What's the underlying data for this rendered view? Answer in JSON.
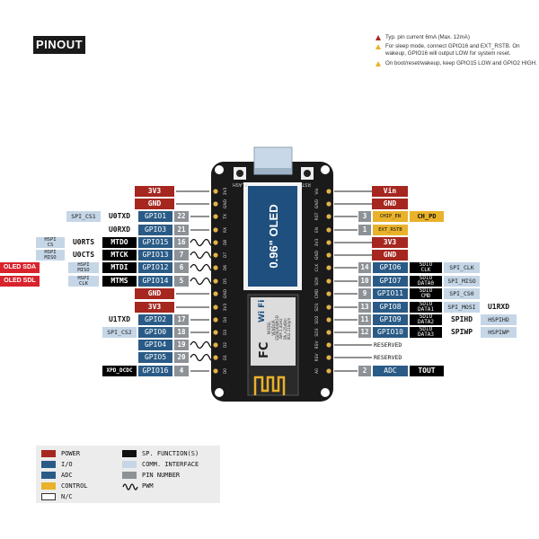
{
  "title": "PINOUT",
  "notes": [
    {
      "text": "Typ. pin current 6mA (Max. 12mA)",
      "color": "#a5271f"
    },
    {
      "text": "For sleep mode, connect GPIO16 and EXT_RSTB. On wakeup, GPIO16 will output LOW for system reset.",
      "color": "#e9b22a"
    },
    {
      "text": "On boot/reset/wakeup, keep GPIO15 LOW and GPIO2 HIGH.",
      "color": "#e9b22a"
    }
  ],
  "board": {
    "oled": "0.96\" OLED",
    "flash": "FLASH",
    "rst": "RST",
    "module_lines": [
      "MODEL",
      "VENDOR",
      "ESP8266MOD",
      "ISM 2.4GHz",
      "PA +25dBm",
      "802.11b/g/n"
    ],
    "left_silk": [
      "3V3",
      "GND",
      "TX",
      "RX",
      "D8",
      "D7",
      "D6",
      "D5",
      "GND",
      "3V3",
      "D4",
      "D3",
      "D2",
      "D1",
      "D0"
    ],
    "right_silk": [
      "Vin",
      "GND",
      "RST",
      "EN",
      "3V3",
      "GND",
      "CLK",
      "SD0",
      "CMD",
      "SD1",
      "SD2",
      "SD3",
      "RSV",
      "RSV",
      "A0"
    ]
  },
  "left": {
    "r0": {
      "func": "3V3"
    },
    "r1": {
      "func": "GND"
    },
    "r2": {
      "spi": "SPI_CS1",
      "uart": "U0TXD",
      "gpio": "GPIO1",
      "pin": "22"
    },
    "r3": {
      "uart": "U0RXD",
      "gpio": "GPIO3",
      "pin": "21"
    },
    "r4": {
      "hspi": [
        "HSPI",
        "CS"
      ],
      "uart": "U0RTS",
      "mt": "MTDO",
      "gpio": "GPIO15",
      "pin": "16"
    },
    "r5": {
      "hspi": [
        "HSPI",
        "MISO"
      ],
      "uart": "U0CTS",
      "mt": "MTCK",
      "gpio": "GPIO13",
      "pin": "7"
    },
    "r6": {
      "oled": "OLED SDA",
      "hspi": [
        "HSPI",
        "MISO"
      ],
      "mt": "MTDI",
      "gpio": "GPIO12",
      "pin": "6"
    },
    "r7": {
      "oled": "OLED SDL",
      "hspi": [
        "HSPI",
        "CLK"
      ],
      "mt": "MTMS",
      "gpio": "GPIO14",
      "pin": "5"
    },
    "r8": {
      "func": "GND"
    },
    "r9": {
      "func": "3V3"
    },
    "r10": {
      "uart": "U1TXD",
      "gpio": "GPIO2",
      "pin": "17"
    },
    "r11": {
      "spi": "SPI_CS2",
      "gpio": "GPIO0",
      "pin": "18"
    },
    "r12": {
      "gpio": "GPIO4",
      "pin": "19"
    },
    "r13": {
      "gpio": "GPIO5",
      "pin": "20"
    },
    "r14": {
      "xpd": "XPD_DCDC",
      "gpio": "GPIO16",
      "pin": "4"
    }
  },
  "right": {
    "r0": {
      "func": "Vin"
    },
    "r1": {
      "func": "GND"
    },
    "r2": {
      "pin": "3",
      "ctl": "CHIP_EN",
      "ch": "CH_PD"
    },
    "r3": {
      "pin": "1",
      "ctl": "EXT_RSTB"
    },
    "r4": {
      "func": "3V3"
    },
    "r5": {
      "func": "GND"
    },
    "r6": {
      "pin": "14",
      "gpio": "GPIO6",
      "sd": [
        "SDIO",
        "CLK"
      ],
      "spi": "SPI_CLK"
    },
    "r7": {
      "pin": "10",
      "gpio": "GPIO7",
      "sd": [
        "SDIO",
        "DATA0"
      ],
      "spi": "SPI_MISO"
    },
    "r8": {
      "pin": "9",
      "gpio": "GPIO11",
      "sd": [
        "SDIO",
        "CMD"
      ],
      "spi": "SPI_CS0"
    },
    "r9": {
      "pin": "13",
      "gpio": "GPIO8",
      "sd": [
        "SDIO",
        "DATA1"
      ],
      "spi": "SPI_MOSI",
      "extra": "U1RXD"
    },
    "r10": {
      "pin": "11",
      "gpio": "GPIO9",
      "sd": [
        "SDIO",
        "DATA2"
      ],
      "spi": "SPIHD",
      "extra": "HSPIHD"
    },
    "r11": {
      "pin": "12",
      "gpio": "GPIO10",
      "sd": [
        "SDIO",
        "DATA3"
      ],
      "spi": "SPIWP",
      "extra": "HSPIWP"
    },
    "r12": {
      "res": "RESERVED"
    },
    "r13": {
      "res": "RESERVED"
    },
    "r14": {
      "pin": "2",
      "adc": "ADC",
      "tout": "TOUT"
    }
  },
  "legend": [
    {
      "label": "POWER",
      "color": "#a5271f"
    },
    {
      "label": "I/O",
      "color": "#2a5b86"
    },
    {
      "label": "ADC",
      "color": "#2a5b86"
    },
    {
      "label": "CONTROL",
      "color": "#e9b22a"
    },
    {
      "label": "N/C",
      "color": "#ffffff"
    },
    {
      "label": "SP. FUNCTION(S)",
      "color": "#111111"
    },
    {
      "label": "COMM. INTERFACE",
      "color": "#c5d6e6"
    },
    {
      "label": "PIN NUMBER",
      "color": "#8d9297"
    },
    {
      "label": "PWM",
      "icon": "pwm-wave-icon"
    }
  ]
}
